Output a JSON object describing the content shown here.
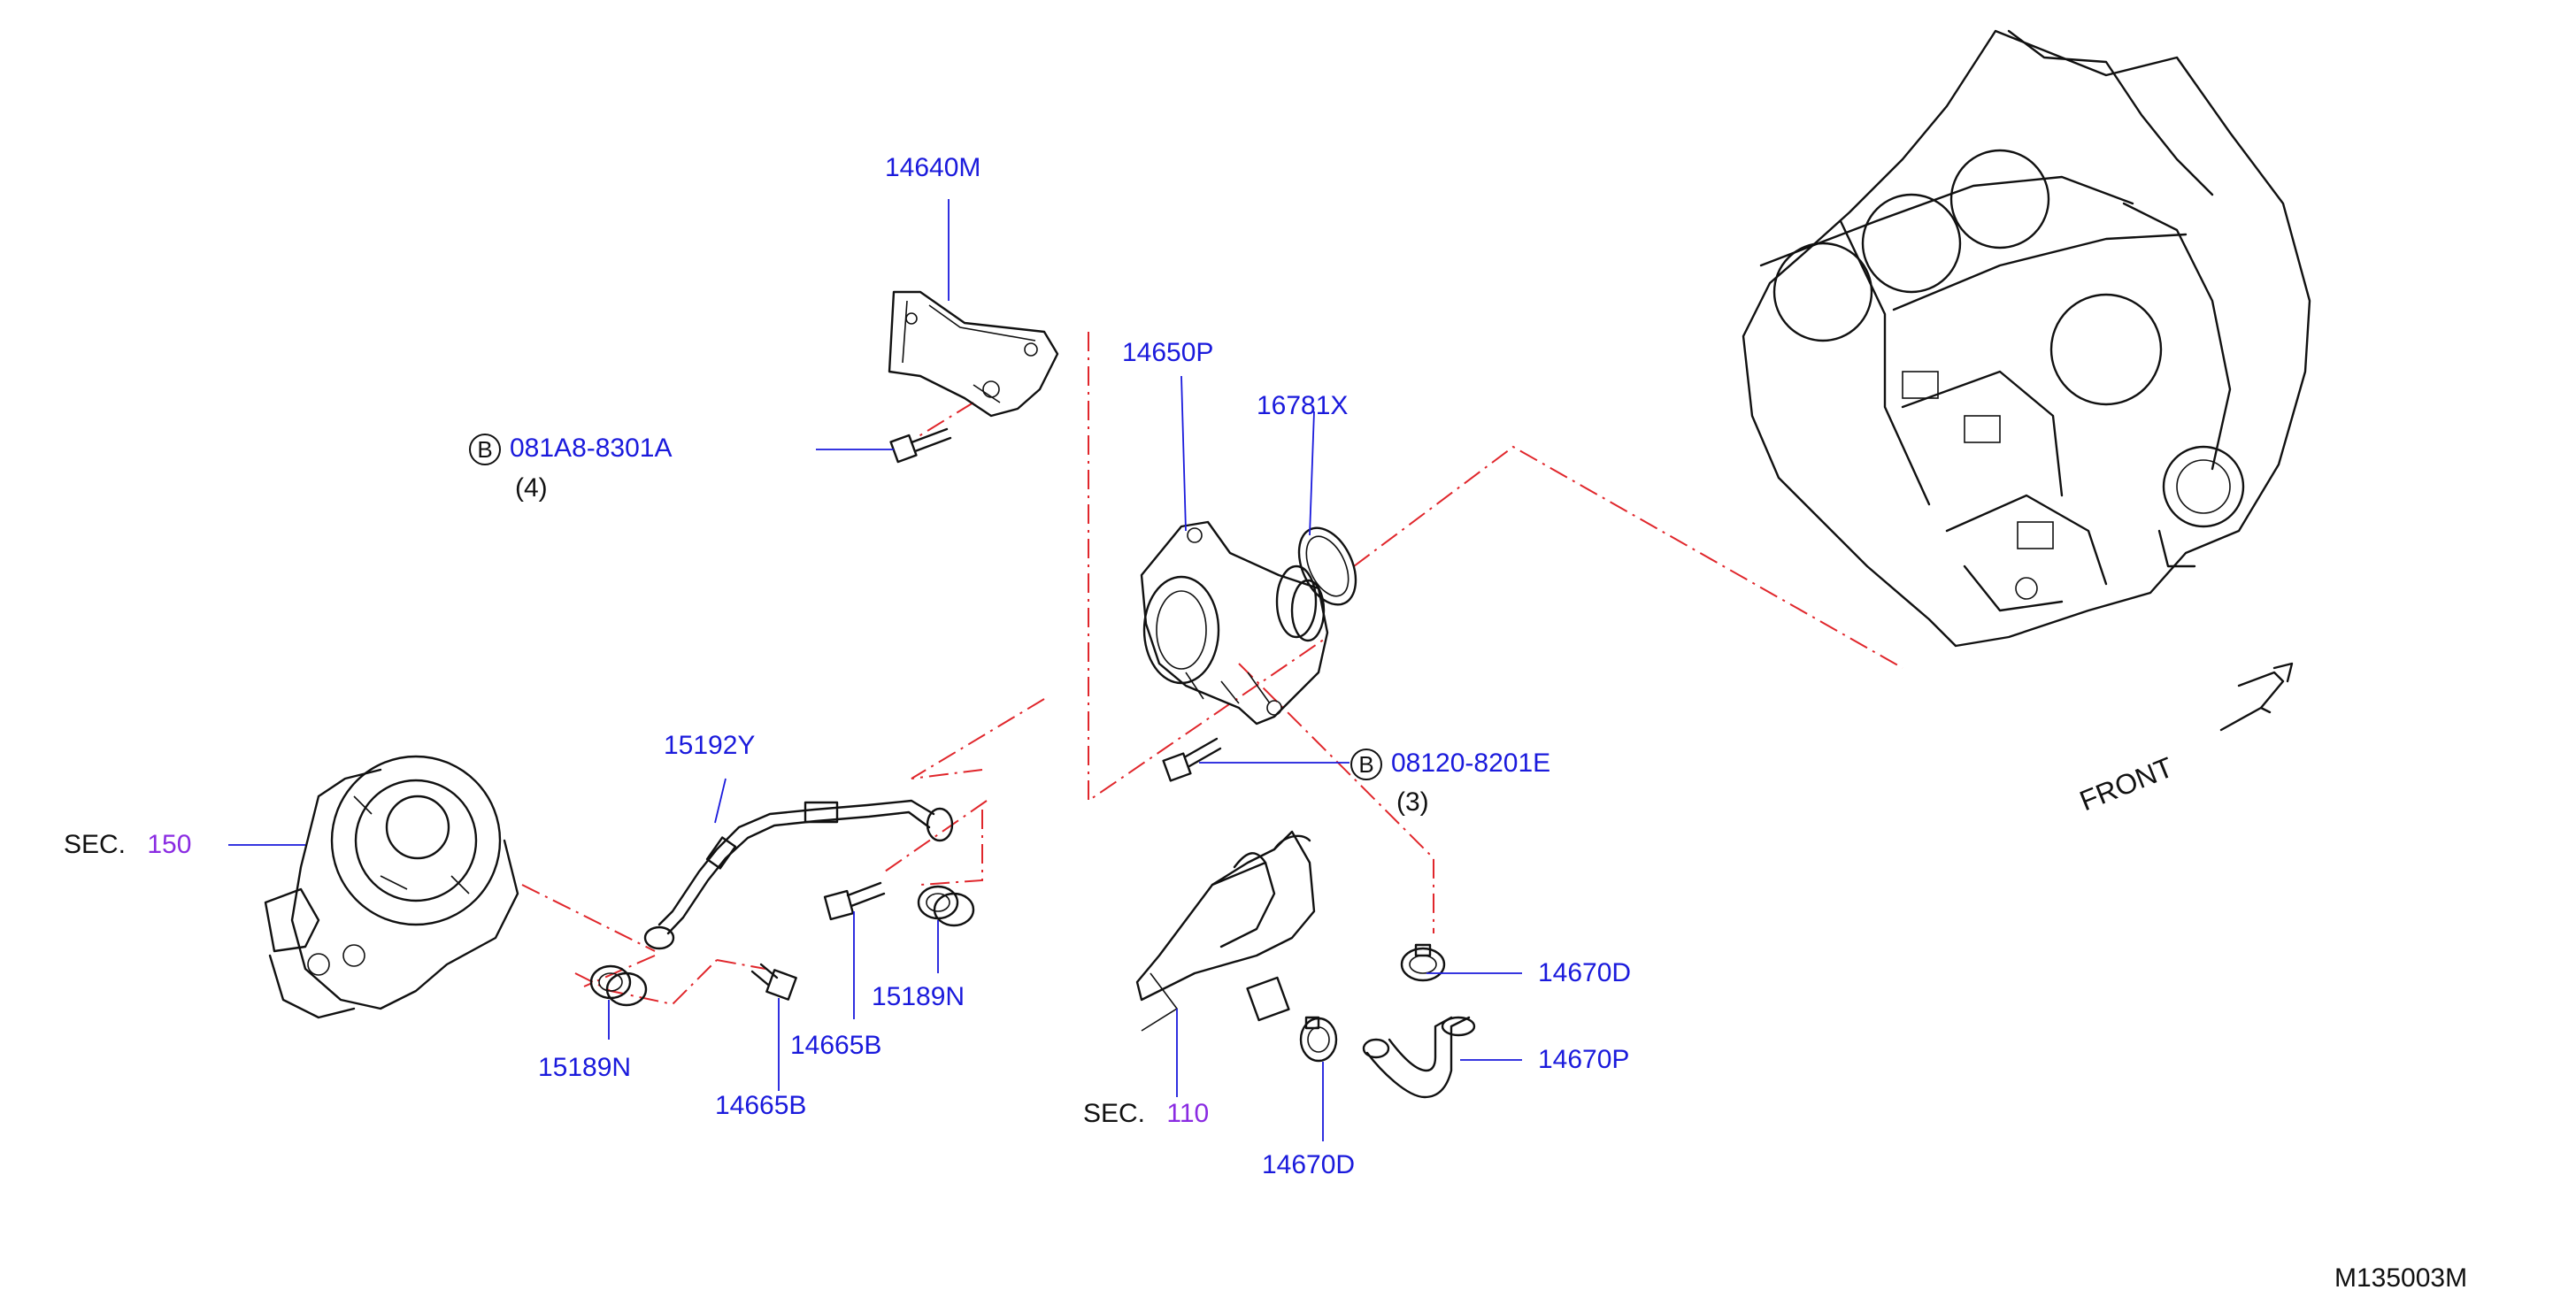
{
  "diagram_id": "M135003M",
  "front_label": "FRONT",
  "bolt_symbol": "B",
  "labels": {
    "p14640M": "14640M",
    "p081A8": "081A8-8301A",
    "p081A8_qty": "(4)",
    "p14650P": "14650P",
    "p16781X": "16781X",
    "p15192Y": "15192Y",
    "p08120": "08120-8201E",
    "p08120_qty": "(3)",
    "sec150_prefix": "SEC.",
    "sec150_num": "150",
    "p15189N_left": "15189N",
    "p15189N_right": "15189N",
    "p14665B_upper": "14665B",
    "p14665B_lower": "14665B",
    "p14670D_upper": "14670D",
    "p14670P": "14670P",
    "p14670D_lower": "14670D",
    "sec110_prefix": "SEC.",
    "sec110_num": "110"
  },
  "colors": {
    "part_number": "#1a1adc",
    "section_number": "#8a2be2",
    "centerline": "#e0262b",
    "linework": "#111111"
  }
}
